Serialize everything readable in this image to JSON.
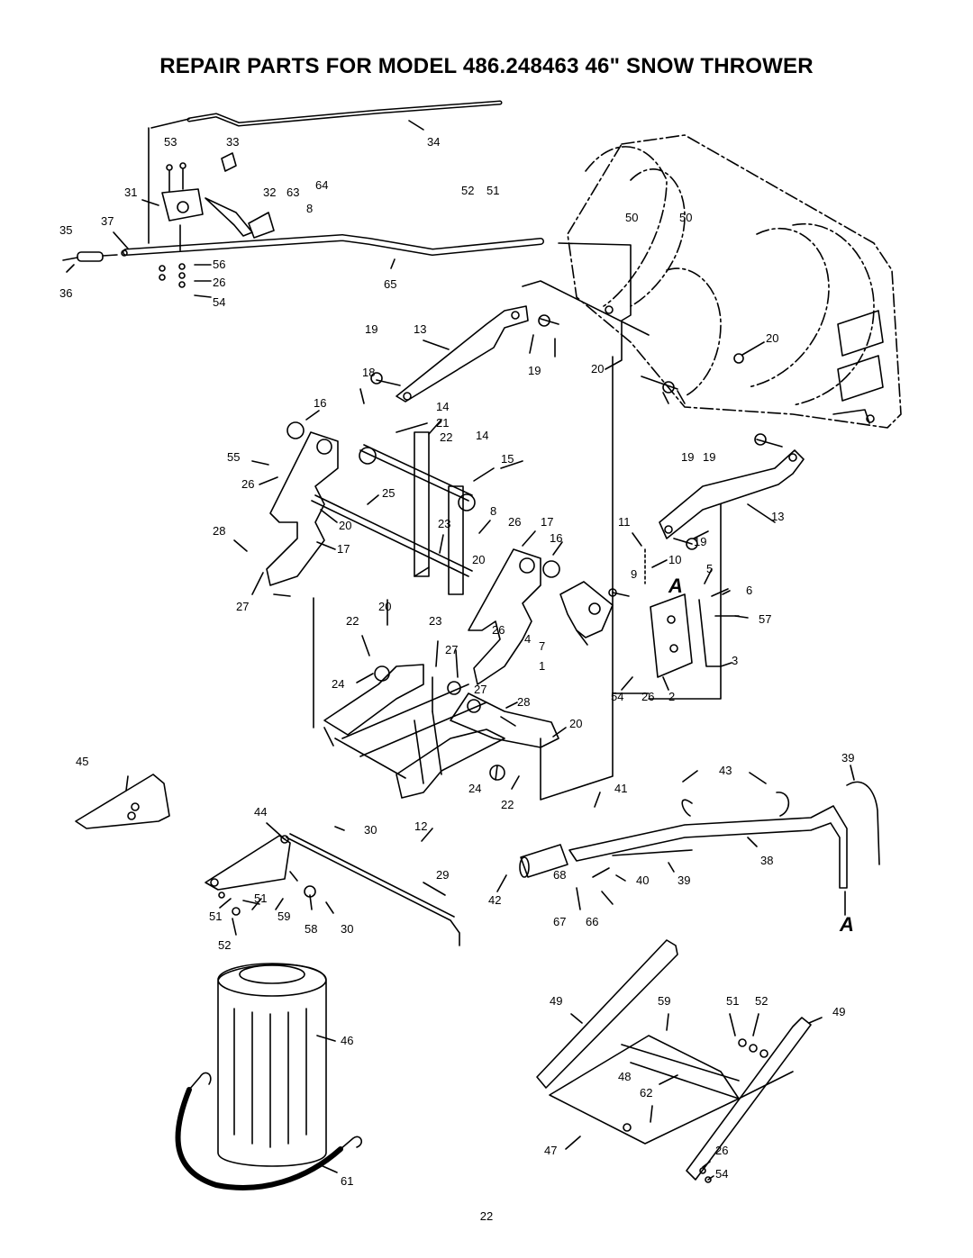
{
  "document": {
    "title": "REPAIR PARTS FOR MODEL 486.248463 46\" SNOW THROWER",
    "page_number": "22"
  },
  "callouts": [
    "53",
    "33",
    "34",
    "31",
    "32",
    "63",
    "64",
    "8",
    "52",
    "51",
    "50",
    "50",
    "35",
    "37",
    "56",
    "26",
    "36",
    "54",
    "65",
    "19",
    "13",
    "19",
    "20",
    "20",
    "18",
    "16",
    "14",
    "21",
    "22",
    "14",
    "15",
    "19",
    "55",
    "26",
    "25",
    "13",
    "20",
    "17",
    "8",
    "26",
    "17",
    "11",
    "28",
    "23",
    "16",
    "20",
    "10",
    "9",
    "5",
    "A",
    "6",
    "27",
    "20",
    "22",
    "23",
    "26",
    "4",
    "7",
    "57",
    "27",
    "1",
    "3",
    "24",
    "27",
    "28",
    "54",
    "26",
    "2",
    "20",
    "45",
    "43",
    "39",
    "24",
    "22",
    "41",
    "44",
    "30",
    "12",
    "29",
    "38",
    "68",
    "40",
    "39",
    "51",
    "51",
    "59",
    "58",
    "30",
    "42",
    "67",
    "66",
    "A",
    "52",
    "46",
    "49",
    "59",
    "51",
    "52",
    "49",
    "48",
    "62",
    "47",
    "26",
    "54",
    "61",
    "19",
    "19"
  ]
}
